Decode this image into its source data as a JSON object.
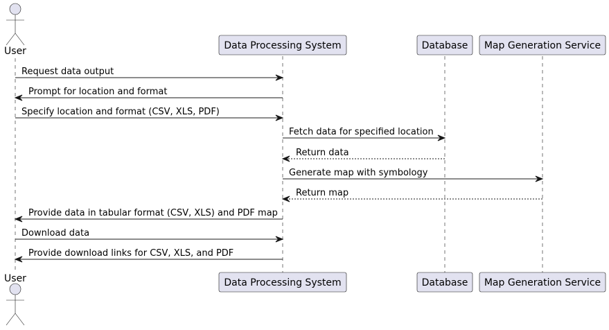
{
  "participants": [
    {
      "id": "user",
      "label": "User",
      "kind": "actor"
    },
    {
      "id": "dps",
      "label": "Data Processing System",
      "kind": "box"
    },
    {
      "id": "db",
      "label": "Database",
      "kind": "box"
    },
    {
      "id": "mgs",
      "label": "Map Generation Service",
      "kind": "box"
    }
  ],
  "messages": [
    {
      "from": "user",
      "to": "dps",
      "label": "Request data output",
      "style": "solid"
    },
    {
      "from": "dps",
      "to": "user",
      "label": "Prompt for location and format",
      "style": "solid"
    },
    {
      "from": "user",
      "to": "dps",
      "label": "Specify location and format (CSV, XLS, PDF)",
      "style": "solid"
    },
    {
      "from": "dps",
      "to": "db",
      "label": "Fetch data for specified location",
      "style": "solid"
    },
    {
      "from": "db",
      "to": "dps",
      "label": "Return data",
      "style": "dashed"
    },
    {
      "from": "dps",
      "to": "mgs",
      "label": "Generate map with symbology",
      "style": "solid"
    },
    {
      "from": "mgs",
      "to": "dps",
      "label": "Return map",
      "style": "dashed"
    },
    {
      "from": "dps",
      "to": "user",
      "label": "Provide data in tabular format (CSV, XLS) and PDF map",
      "style": "solid"
    },
    {
      "from": "user",
      "to": "dps",
      "label": "Download data",
      "style": "solid"
    },
    {
      "from": "dps",
      "to": "user",
      "label": "Provide download links for CSV, XLS, and PDF",
      "style": "solid"
    }
  ],
  "colors": {
    "box_fill": "#E2E2F0",
    "box_stroke": "#181818",
    "lifeline": "#181818",
    "arrow": "#181818",
    "text": "#000000"
  }
}
